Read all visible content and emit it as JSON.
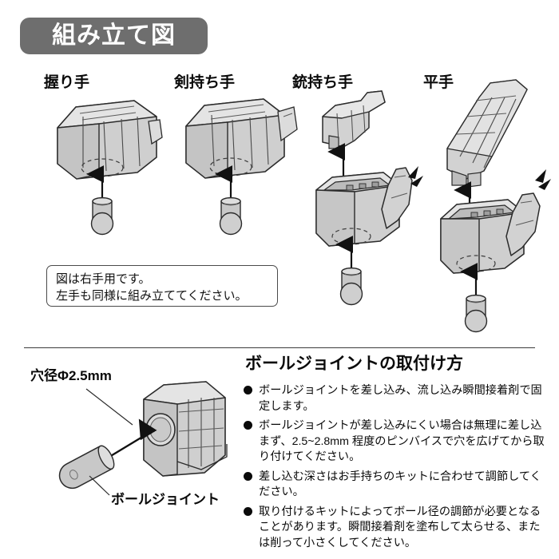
{
  "title": "組み立て図",
  "hands": [
    {
      "label": "握り手",
      "name": "grip-hand"
    },
    {
      "label": "剣持ち手",
      "name": "sword-hand"
    },
    {
      "label": "銃持ち手",
      "name": "gun-hand"
    },
    {
      "label": "平手",
      "name": "flat-hand"
    }
  ],
  "note": {
    "line1": "図は右手用です。",
    "line2": "左手も同様に組み立ててください。"
  },
  "howto": {
    "title": "ボールジョイントの取付け方",
    "bullets": [
      "ボールジョイントを差し込み、流し込み瞬間接着剤で固定します。",
      "ボールジョイントが差し込みにくい場合は無理に差し込まず、2.5~2.8mm 程度のピンバイスで穴を広げてから取り付けてください。",
      "差し込む深さはお手持ちのキットに合わせて調節してください。",
      "取り付けるキットによってボール径の調節が必要となることがあります。瞬間接着剤を塗布して太らせる、または削って小さくしてください。"
    ]
  },
  "detail": {
    "hole_label": "穴径Φ2.5mm",
    "balljoint_label": "ボールジョイント"
  },
  "colors": {
    "title_bar": "#6e6e6e",
    "title_text": "#ffffff",
    "ink": "#0a0a0a",
    "part_fill_light": "#e2e2e2",
    "part_fill_mid": "#cfcfcf",
    "part_fill_dark": "#b8b8b8",
    "outline": "#2b2b2b",
    "paper": "#ffffff"
  }
}
